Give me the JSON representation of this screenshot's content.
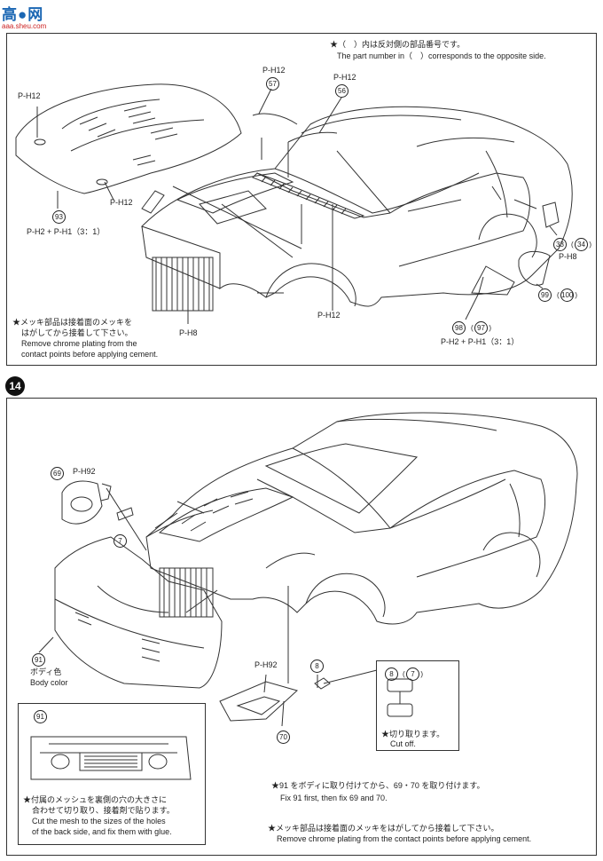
{
  "watermark": {
    "main": "高●网",
    "sub": "aaa.sheu.com"
  },
  "step_number": "14",
  "top": {
    "note_jp": "★（　）内は反対側の部品番号です。",
    "note_en": "The part number in（　）corresponds to the opposite side.",
    "labels": {
      "ph12_a": "P-H12",
      "ph12_b": "P-H12",
      "ph12_c": "P-H12",
      "ph12_d": "P-H12",
      "ph12_e": "P-H12",
      "ph8_a": "P-H8",
      "ph8_b": "P-H8",
      "n57": "57",
      "n56": "56",
      "n93": "93",
      "n33": "33",
      "n34": "34",
      "n99": "99",
      "n100": "100",
      "n98": "98",
      "n97": "97",
      "mix_left": "P-H2 + P-H1（3：1）",
      "mix_right": "P-H2 + P-H1（3：1）"
    },
    "chrome_note_jp_1": "★メッキ部品は接着面のメッキを",
    "chrome_note_jp_2": "はがしてから接着して下さい。",
    "chrome_note_en_1": "Remove chrome plating from the",
    "chrome_note_en_2": "contact points before applying cement."
  },
  "bottom": {
    "labels": {
      "n69": "69",
      "ph92_a": "P-H92",
      "n7": "7",
      "n91": "91",
      "body_color_jp": "ボディ色",
      "body_color_en": "Body color",
      "ph92_b": "P-H92",
      "n8": "8",
      "n70": "70",
      "n8b": "8",
      "n7b": "7",
      "cutoff_jp": "★切り取ります。",
      "cutoff_en": "Cut off."
    },
    "mesh_box": {
      "n91": "91",
      "jp_1": "★付属のメッシュを裏側の穴の大きさに",
      "jp_2": "合わせて切り取り、接着剤で貼ります。",
      "en_1": "Cut the mesh to the sizes of the holes",
      "en_2": "of the back side, and fix them with glue."
    },
    "fix_jp": "★91 をボディに取り付けてから、69・70 を取り付けます。",
    "fix_en": "Fix 91 first, then fix 69 and 70.",
    "chrome_jp": "★メッキ部品は接着面のメッキをはがしてから接着して下さい。",
    "chrome_en": "Remove chrome plating from the contact points before applying cement."
  }
}
